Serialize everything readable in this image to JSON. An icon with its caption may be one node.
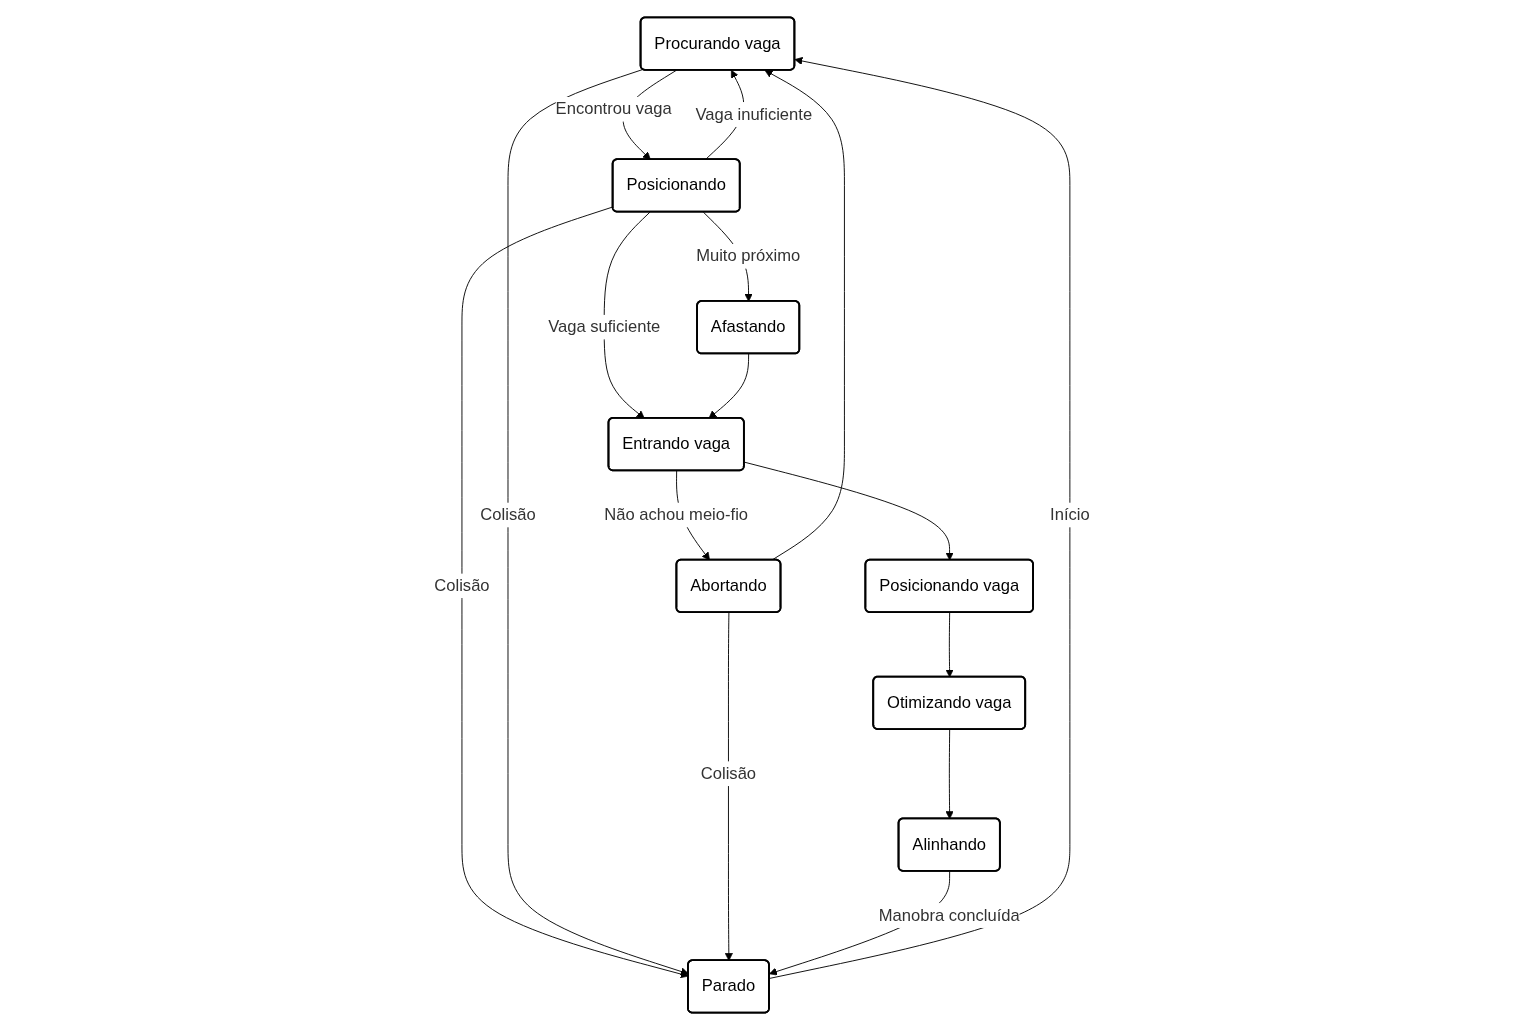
{
  "diagram": {
    "nodes": [
      {
        "text": [
          "Procurando vaga"
        ]
      },
      {
        "text": [
          "Posicionando"
        ]
      },
      {
        "text": [
          "Afastando"
        ]
      },
      {
        "text": [
          "Parado"
        ]
      },
      {
        "text": [
          "Abortando"
        ]
      },
      {
        "text": [
          "Entrando vaga"
        ]
      },
      {
        "text": [
          "Alinhando"
        ]
      },
      {
        "text": [
          "Otimizando vaga"
        ]
      },
      {
        "text": [
          "Posicionando vaga"
        ]
      }
    ],
    "edges": [
      {
        "from": 0,
        "to": 1,
        "arrow": "to",
        "label": "Encontrou vaga"
      },
      {
        "from": 1,
        "to": 0,
        "arrow": "to",
        "label": "Vaga inuficiente"
      },
      {
        "from": 1,
        "to": 3,
        "arrow": "to",
        "label": "Colisão"
      },
      {
        "from": 3,
        "to": 0,
        "arrow": "to",
        "label": "Início"
      },
      {
        "from": 0,
        "to": 3,
        "arrow": "to",
        "label": "Colisão"
      },
      {
        "from": 4,
        "to": 0,
        "arrow": "to"
      },
      {
        "from": 1,
        "to": 2,
        "arrow": "to",
        "label": "Muito próximo"
      },
      {
        "from": 1,
        "to": 5,
        "arrow": "to",
        "label": "Vaga suficiente"
      },
      {
        "from": 2,
        "to": 5,
        "arrow": "to"
      },
      {
        "from": 5,
        "to": 4,
        "arrow": "to",
        "label": "Não achou meio-fio"
      },
      {
        "from": 4,
        "to": 3,
        "arrow": "to",
        "label": "Colisão"
      },
      {
        "from": 5,
        "to": 8,
        "arrow": "to"
      },
      {
        "from": 8,
        "to": 7,
        "arrow": "to"
      },
      {
        "from": 7,
        "to": 6,
        "arrow": "to"
      },
      {
        "from": 6,
        "to": 3,
        "arrow": "to",
        "label": "Manobra concluída"
      }
    ]
  }
}
